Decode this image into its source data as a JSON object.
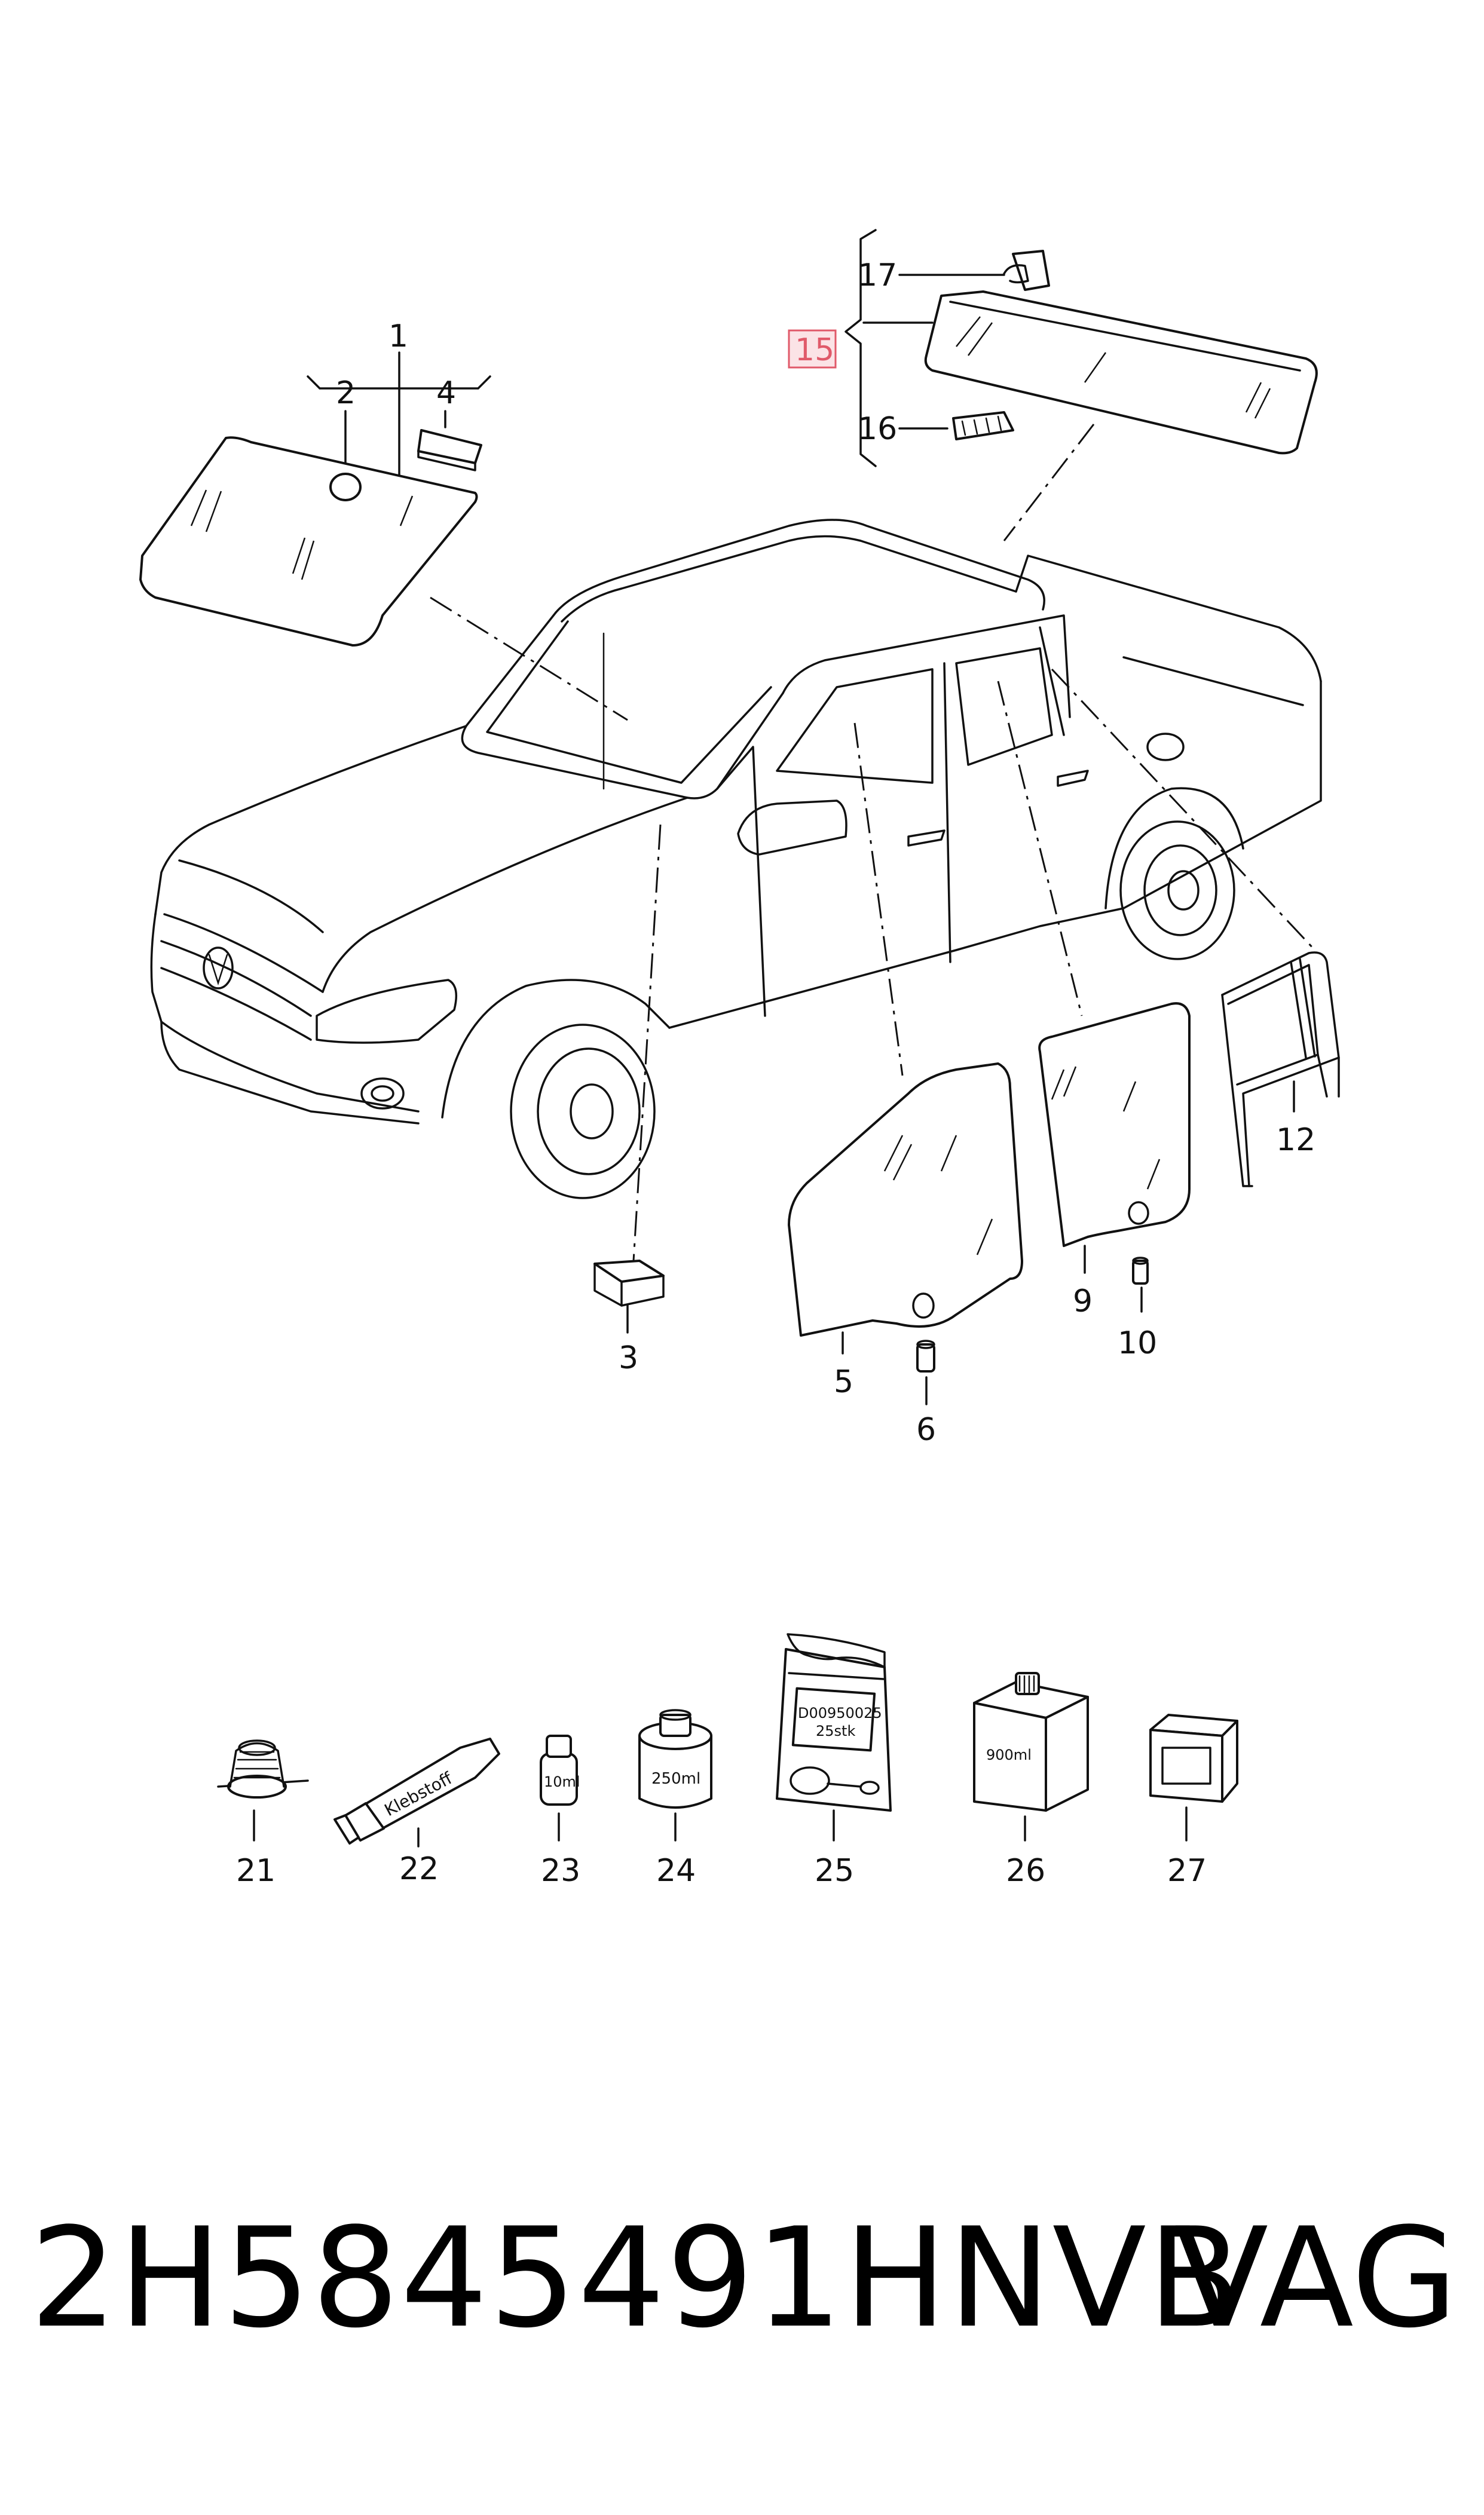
{
  "callouts": {
    "c1": "1",
    "c2": "2",
    "c3": "3",
    "c4": "4",
    "c5": "5",
    "c6": "6",
    "c9": "9",
    "c10": "10",
    "c12": "12",
    "c15": "15",
    "c16": "16",
    "c17": "17",
    "c21": "21",
    "c22": "22",
    "c23": "23",
    "c24": "24",
    "c25": "25",
    "c26": "26",
    "c27": "27"
  },
  "product_labels": {
    "p22": "Klebstoff",
    "p23": "10ml",
    "p24": "250ml",
    "p25_line1": "D00950025",
    "p25_line2": "25stk",
    "p26": "900ml"
  },
  "highlight_color": "#e05a6a",
  "footer": {
    "part_number": "2H5845491HNVB",
    "brand": "VAG"
  }
}
